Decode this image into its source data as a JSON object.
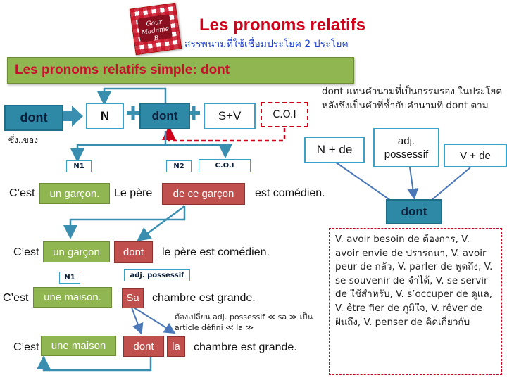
{
  "header": {
    "logo_text": "Gour Madame B",
    "title": "Les pronoms relatifs",
    "subtitle": "สรรพนามที่ใช้เชื่อมประโยค 2 ประโยค"
  },
  "banner": "Les pronoms relatifs simple: dont",
  "formula": {
    "dont_main": "dont",
    "dont_caption": "ซึ่ง..ของ",
    "n": "N",
    "dont": "dont",
    "sv": "S+V",
    "coi": "C.O.I"
  },
  "explanation": "dont แทนคำนามที่เป็นกรรมรอง ในประโยคหลังซึ่งเป็นคำที่ซ้ำกับคำนามที่ dont ตาม",
  "right_diagram": {
    "n_de": "N + de",
    "adj": "adj. possessif",
    "v_de": "V + de",
    "dont": "dont"
  },
  "labels": {
    "n1": "N1",
    "n2": "N2",
    "coi": "C.O.I",
    "n1b": "N1",
    "adj_poss": "adj. possessif"
  },
  "sentence1": {
    "cest": "C’est",
    "g1": "un garçon.",
    "pere": "Le père",
    "r1": "de ce garçon",
    "end": "est comédien."
  },
  "sentence2": {
    "cest": "C’est",
    "g1": "un garçon",
    "r1": "dont",
    "end": "le père est comédien."
  },
  "sentence3": {
    "cest": "C’est",
    "g1": "une maison.",
    "r1": "Sa",
    "end": "chambre est grande."
  },
  "change_note": "ต้องเปลี่ยน adj. possessif ≪ sa ≫ เป็น article défini ≪ la ≫",
  "sentence4": {
    "cest": "C’est",
    "g1": "une maison",
    "r1": "dont",
    "r2": "la",
    "end": "chambre est grande."
  },
  "verbs_note": "V. avoir besoin de ต้องการ, V. avoir envie de ปรารถนา,  V. avoir peur de กลัว, V. parler de พูดถึง, V. se souvenir de จำได้, V. se servir de ใช้สำหรับ, V. s’occuper de ดูแล, V. être fier de ภูมิใจ, V. rêver de ฝันถึง, V. penser de คิดเกี่ยวกับ",
  "colors": {
    "title_red": "#d0021b",
    "subtitle_blue": "#2244cc",
    "green": "#8fb650",
    "blue": "#2e89a6",
    "red_box": "#c0504d"
  }
}
